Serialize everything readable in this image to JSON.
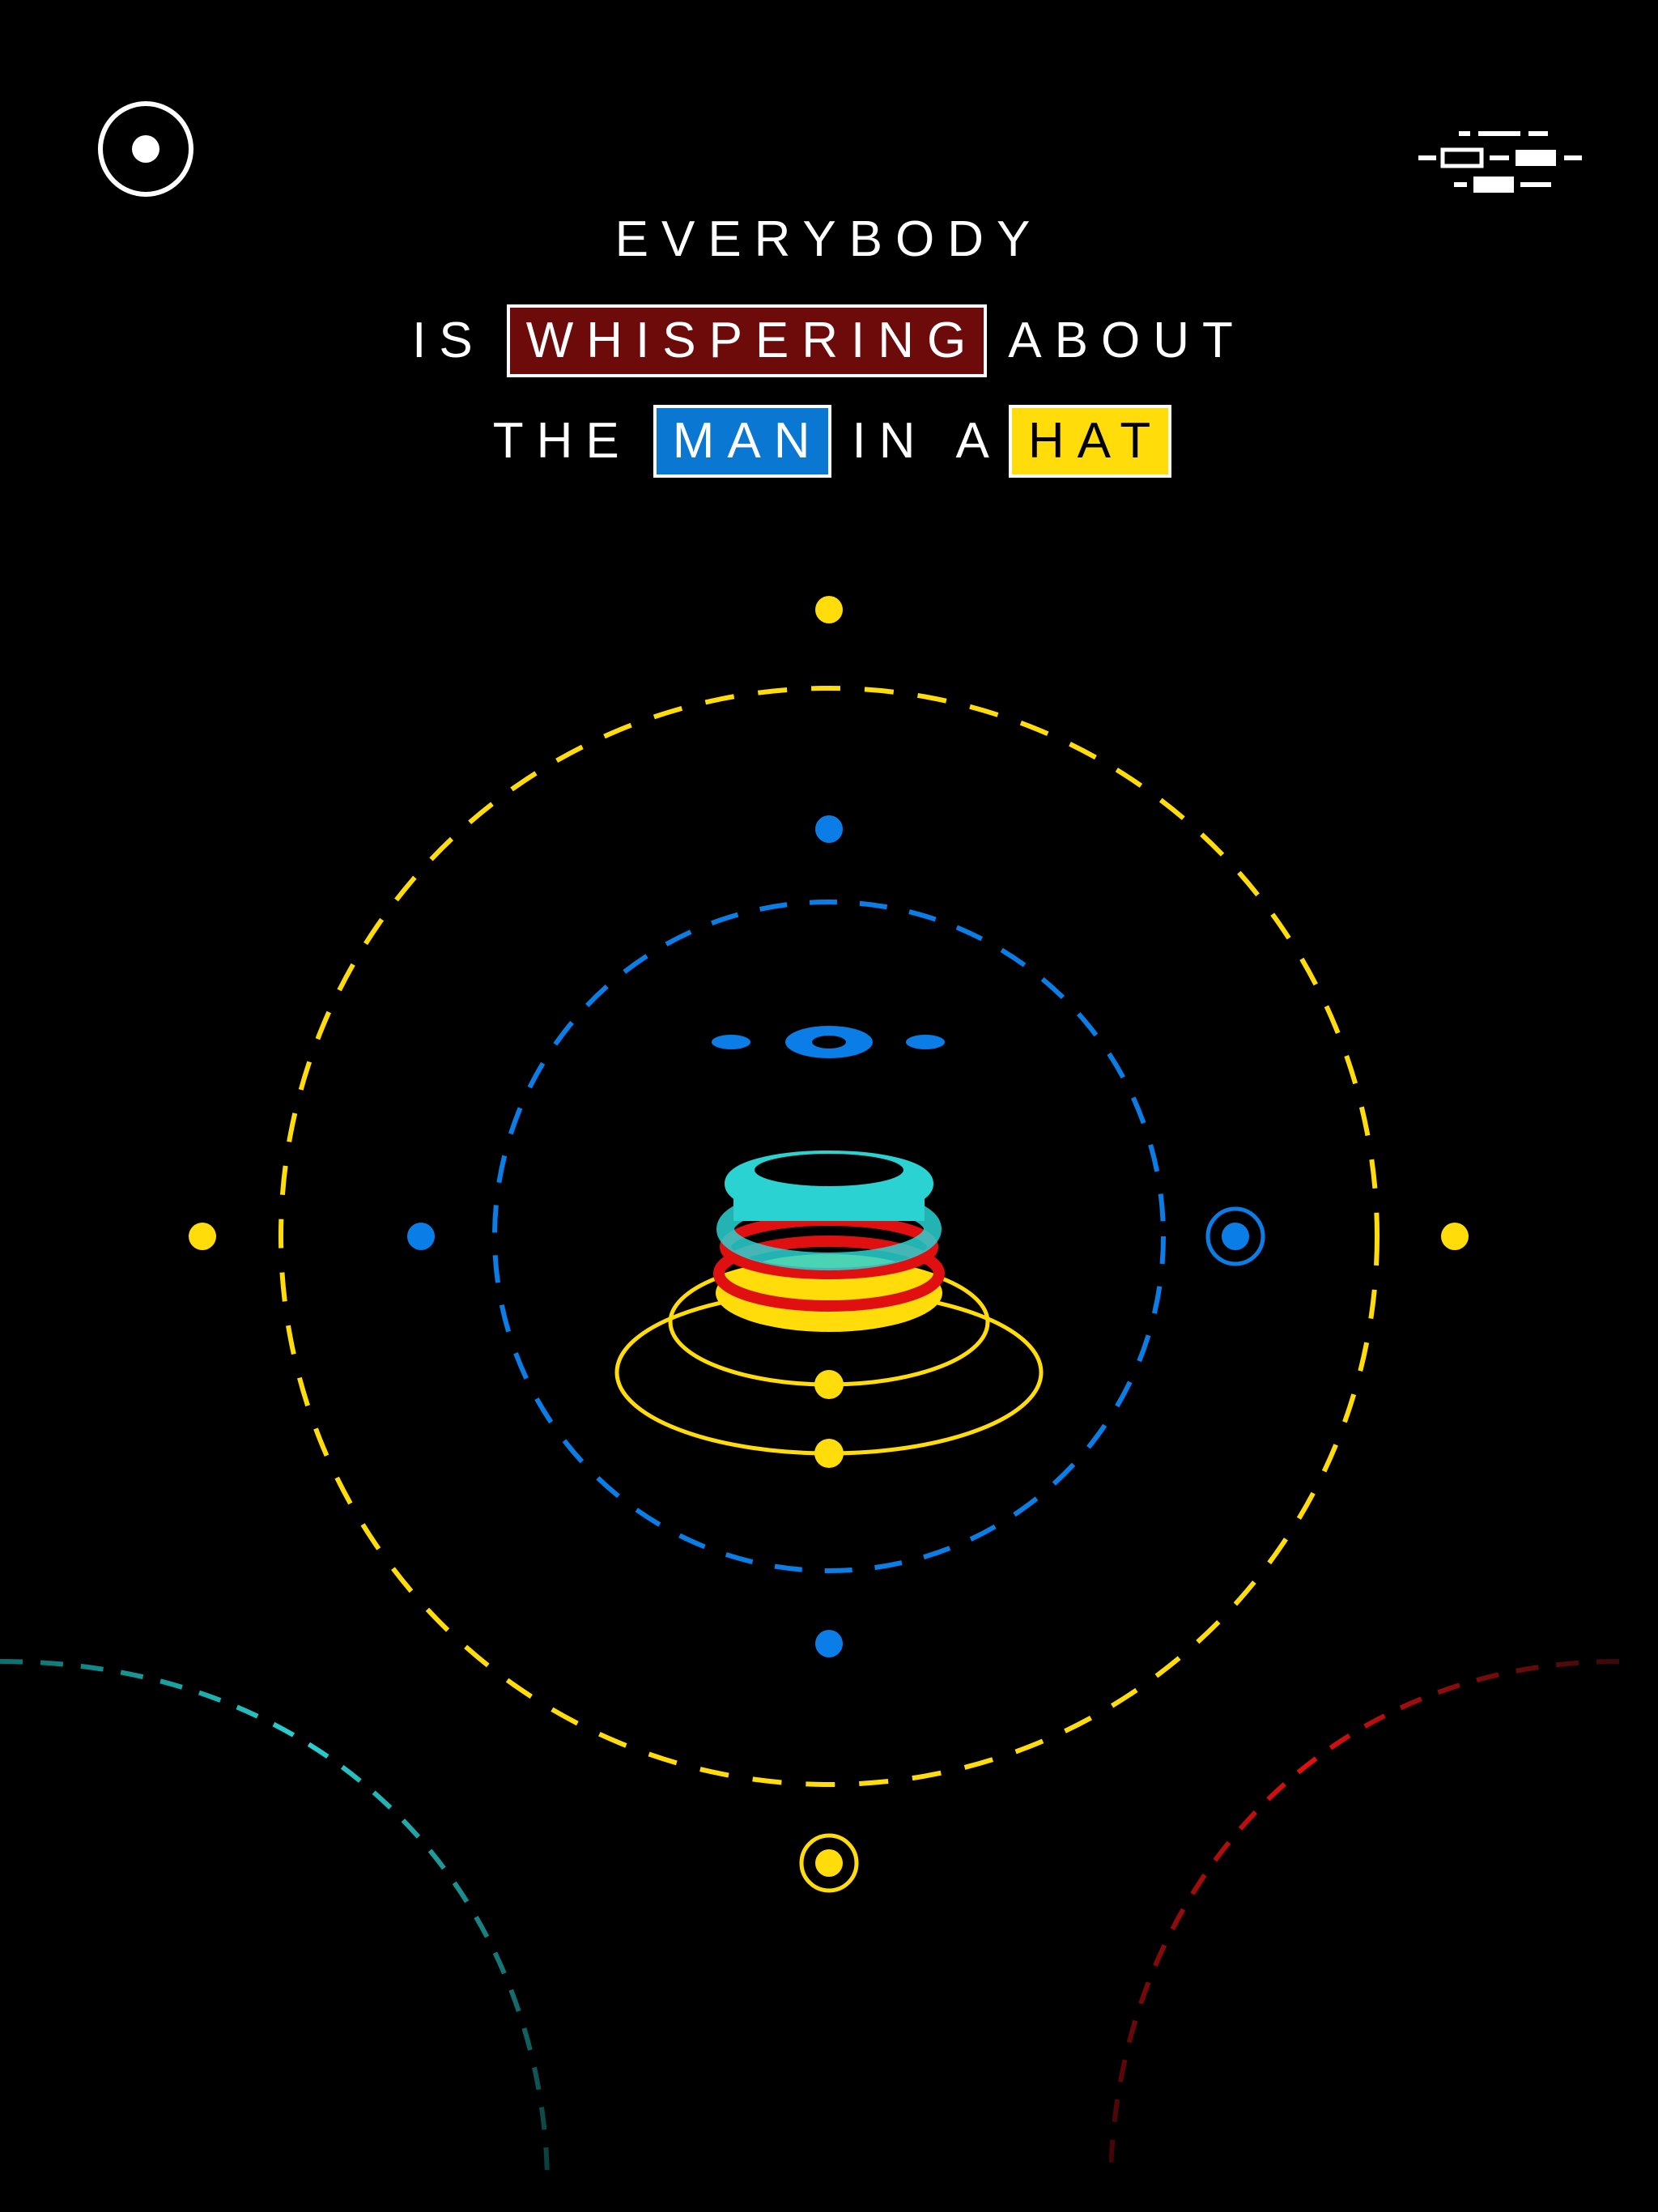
{
  "title": {
    "line1": [
      "EVERYBODY"
    ],
    "line2": {
      "before": "IS",
      "highlight": "WHISPERING",
      "after": "ABOUT"
    },
    "line3": {
      "w1": "THE",
      "highlight1": "MAN",
      "w2": "IN",
      "w3": "A",
      "highlight2": "HAT"
    }
  },
  "colors": {
    "background": "#000000",
    "text": "#ffffff",
    "whisper_box": "#6d0a0a",
    "man_box": "#0a78d2",
    "hat_box": "#ffdc0a",
    "yellow": "#ffdc0a",
    "blue": "#0a7ee6",
    "cyan": "#2ad2d2",
    "red": "#e01010"
  },
  "controls": {
    "left_button_icon": "target-circle-icon",
    "right_button_icon": "level-menu-icon"
  }
}
